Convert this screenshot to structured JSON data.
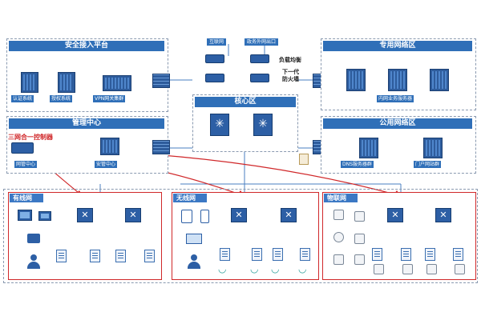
{
  "zones": {
    "access": "安全接入平台",
    "mgmt": "管理中心",
    "core": "核心区",
    "private": "专用网络区",
    "public": "公用网络区"
  },
  "access_labels": [
    "认证系统",
    "授权系统",
    "VPN网关集群"
  ],
  "mgmt_labels": [
    "网管中心",
    "安管中心"
  ],
  "controller_label": "三网合一控制器",
  "internet_labels": [
    "互联网",
    "政务外网出口"
  ],
  "lb_label": "负载均衡",
  "ngfw_label": "下一代\n防火墙",
  "private_label": "内网业务服务器",
  "public_labels": [
    "DNS服务器群",
    "门户网站群"
  ],
  "networks": {
    "wired": "有线网",
    "wireless": "无线网",
    "iot": "物联网"
  },
  "colors": {
    "brand_blue": "#2f6fb8",
    "alert_red": "#d0282a"
  }
}
